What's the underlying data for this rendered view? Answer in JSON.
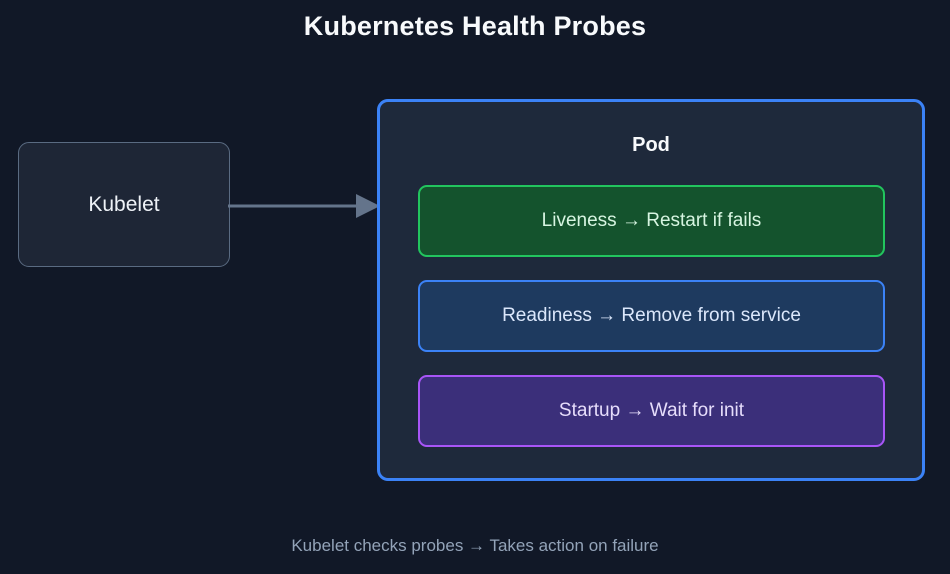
{
  "diagram": {
    "title": "Kubernetes Health Probes",
    "footer_caption": "Kubelet checks probes → Takes action on failure",
    "background_color": "#111827"
  },
  "kubelet": {
    "label": "Kubelet",
    "fill_color": "#1e2636",
    "border_color": "#5a6b82"
  },
  "connector": {
    "icon": "arrow-right-icon",
    "color": "#64748b",
    "from": "Kubelet",
    "to": "Pod"
  },
  "pod": {
    "title": "Pod",
    "fill_color": "#1e293b",
    "border_color": "#3b82f6",
    "probes": [
      {
        "name": "liveness",
        "label": "Liveness → Restart if fails",
        "fill_color": "#14532d",
        "border_color": "#22c55e",
        "text_color": "#d7f5e1"
      },
      {
        "name": "readiness",
        "label": "Readiness → Remove from service",
        "fill_color": "#1e3a5f",
        "border_color": "#3b82f6",
        "text_color": "#dbe7fb"
      },
      {
        "name": "startup",
        "label": "Startup → Wait for init",
        "fill_color": "#3b2f7a",
        "border_color": "#a855f7",
        "text_color": "#e6ddfb"
      }
    ]
  }
}
